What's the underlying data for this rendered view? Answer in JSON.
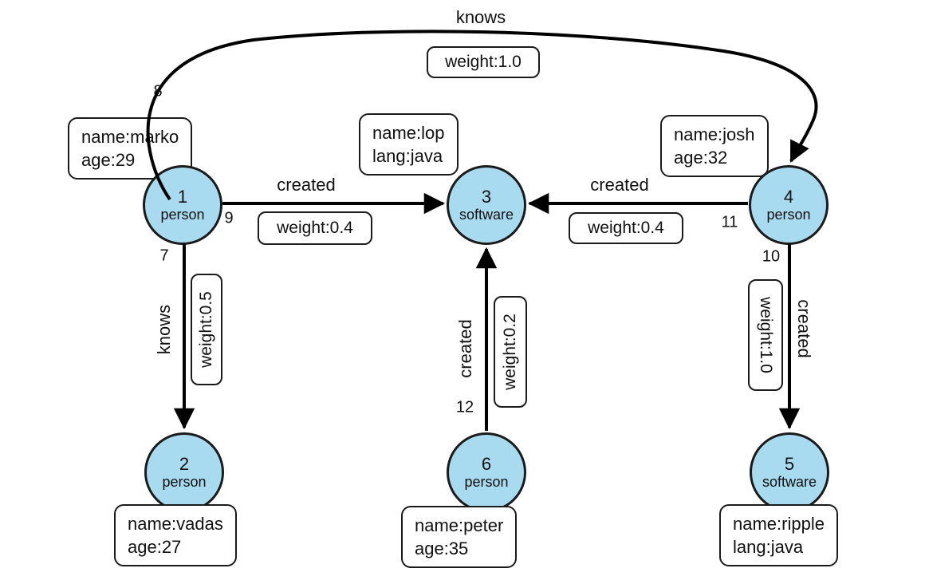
{
  "diagram": {
    "kind": "property-graph",
    "colors": {
      "node_fill": "#a8daf0",
      "node_stroke": "#1b1b1b",
      "edge_color": "#000000",
      "box_background": "#ffffff"
    },
    "nodes": [
      {
        "id": "1",
        "type": "person",
        "properties": [
          "name:marko",
          "age:29"
        ]
      },
      {
        "id": "2",
        "type": "person",
        "properties": [
          "name:vadas",
          "age:27"
        ]
      },
      {
        "id": "3",
        "type": "software",
        "properties": [
          "name:lop",
          "lang:java"
        ]
      },
      {
        "id": "4",
        "type": "person",
        "properties": [
          "name:josh",
          "age:32"
        ]
      },
      {
        "id": "5",
        "type": "software",
        "properties": [
          "name:ripple",
          "lang:java"
        ]
      },
      {
        "id": "6",
        "type": "person",
        "properties": [
          "name:peter",
          "age:35"
        ]
      }
    ],
    "edges": [
      {
        "id": "7",
        "label": "knows",
        "weight_label": "weight:0.5",
        "from": "1",
        "to": "2"
      },
      {
        "id": "8",
        "label": "knows",
        "weight_label": "weight:1.0",
        "from": "1",
        "to": "4"
      },
      {
        "id": "9",
        "label": "created",
        "weight_label": "weight:0.4",
        "from": "1",
        "to": "3"
      },
      {
        "id": "10",
        "label": "created",
        "weight_label": "weight:1.0",
        "from": "4",
        "to": "5"
      },
      {
        "id": "11",
        "label": "created",
        "weight_label": "weight:0.4",
        "from": "4",
        "to": "3"
      },
      {
        "id": "12",
        "label": "created",
        "weight_label": "weight:0.2",
        "from": "6",
        "to": "3"
      }
    ]
  }
}
